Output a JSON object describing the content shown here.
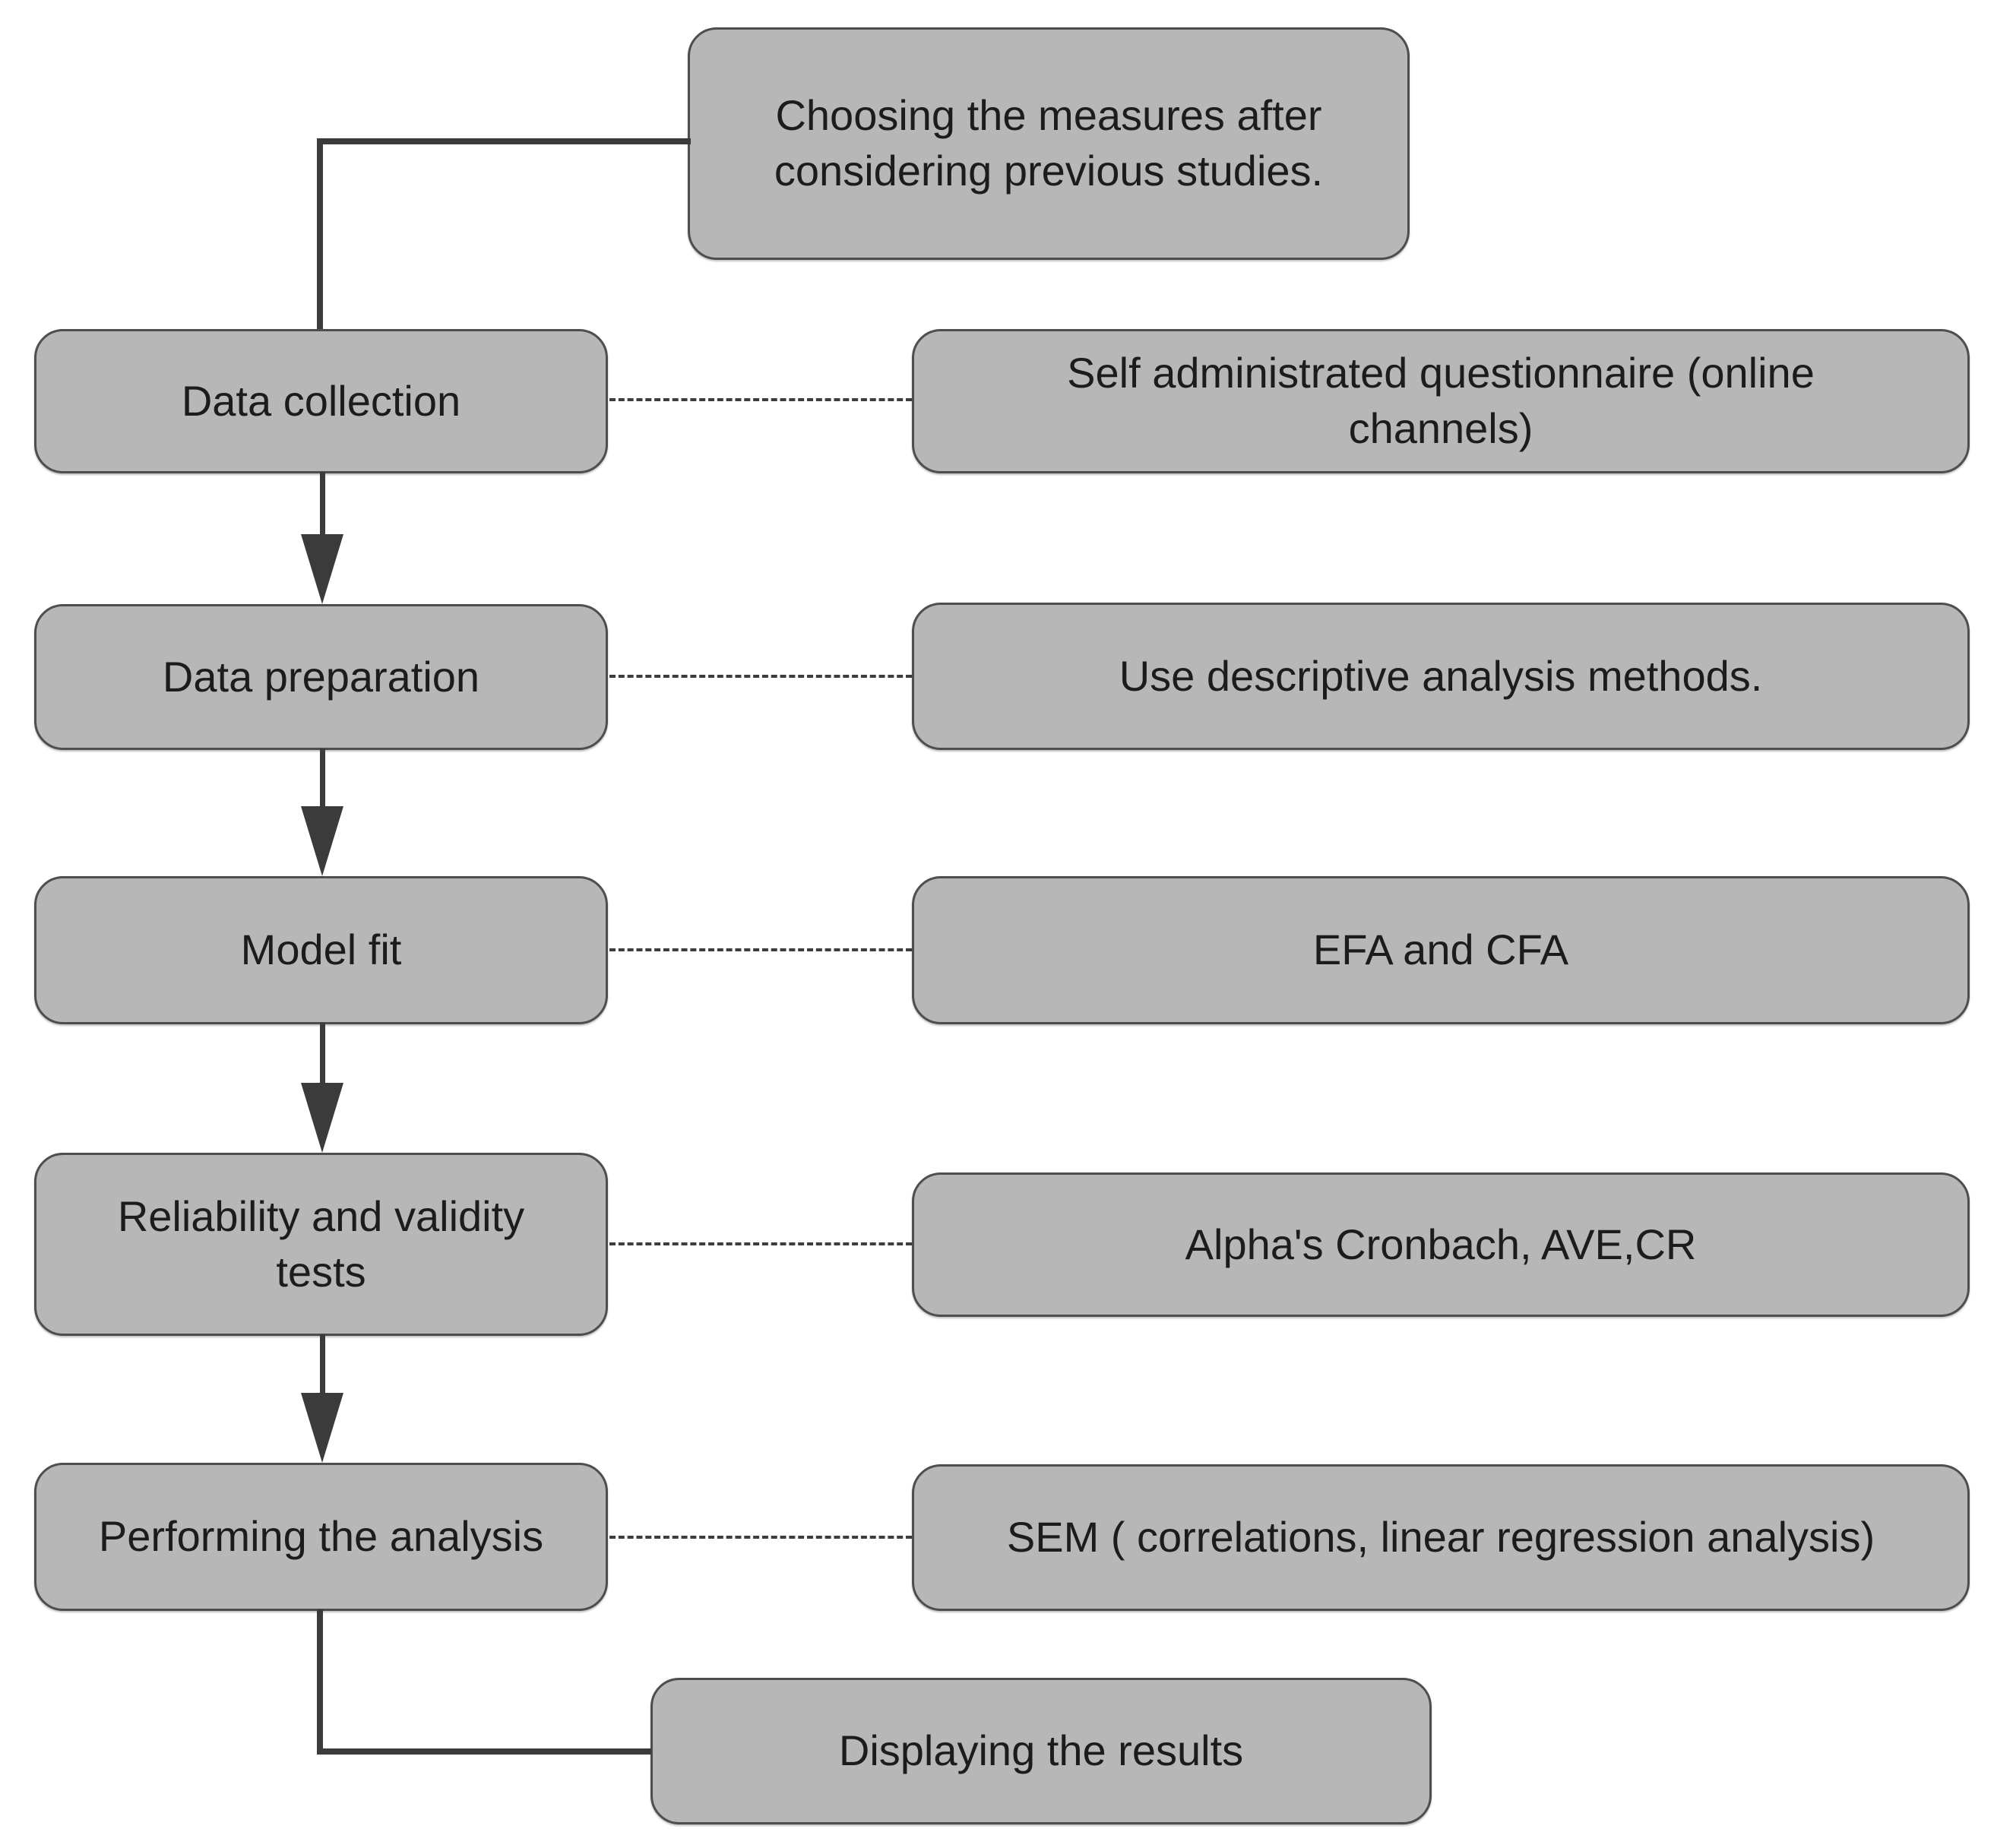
{
  "flow": {
    "top_label": "Choosing the measures after\nconsidering previous studies.",
    "bottom_label": "Displaying the results",
    "rows": [
      {
        "step": "Data collection",
        "detail": "Self administrated questionnaire (online\nchannels)"
      },
      {
        "step": "Data preparation",
        "detail": "Use descriptive analysis methods."
      },
      {
        "step": "Model fit",
        "detail": "EFA and CFA"
      },
      {
        "step": "Reliability and validity\ntests",
        "detail": "Alpha's Cronbach, AVE,CR"
      },
      {
        "step": "Performing the analysis",
        "detail": "SEM ( correlations,  linear regression analysis)"
      }
    ],
    "colors": {
      "box_fill": "#b7b7b7",
      "box_border": "#4e4e4e",
      "connector": "#3b3b3b",
      "text": "#1c1c1c",
      "background": "#ffffff"
    }
  }
}
